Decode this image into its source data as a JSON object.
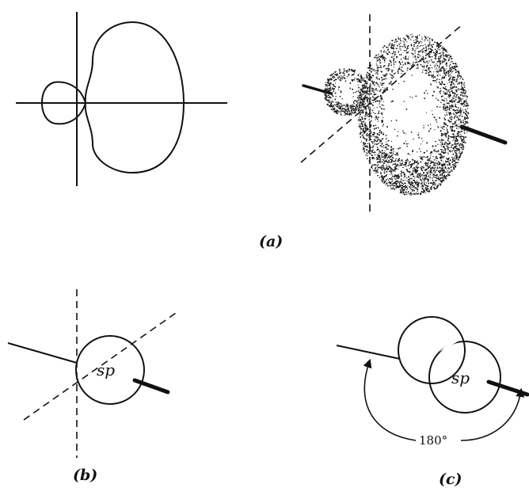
{
  "figure": {
    "panel_a_label": "(a)",
    "panel_b_label": "(b)",
    "panel_c_label": "(c)",
    "lobe_b_label": "sp",
    "lobe_c_label": "sp",
    "angle_label": "180°"
  }
}
